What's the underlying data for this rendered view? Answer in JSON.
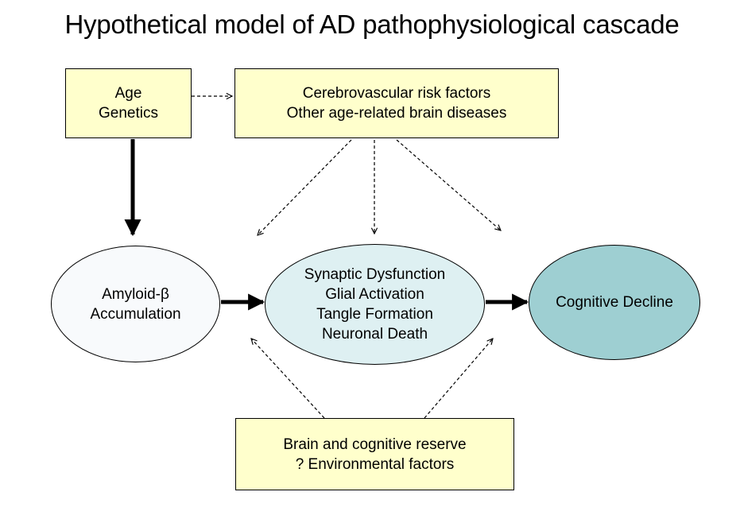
{
  "title": "Hypothetical model of AD pathophysiological cascade",
  "colors": {
    "box_fill": "#ffffcc",
    "amyloid_fill": "#f8fafc",
    "synaptic_fill": "#def0f2",
    "cognitive_fill": "#9ecfd2",
    "line": "#000000"
  },
  "nodes": {
    "age_genetics": {
      "lines": [
        "Age",
        "Genetics"
      ],
      "shape": "box"
    },
    "cerebrovascular": {
      "lines": [
        "Cerebrovascular risk factors",
        "Other age-related brain diseases"
      ],
      "shape": "box"
    },
    "amyloid": {
      "lines": [
        "Amyloid-β",
        "Accumulation"
      ],
      "shape": "ellipse"
    },
    "synaptic": {
      "lines": [
        "Synaptic Dysfunction",
        "Glial Activation",
        "Tangle Formation",
        "Neuronal Death"
      ],
      "shape": "ellipse"
    },
    "cognitive": {
      "lines": [
        "Cognitive Decline"
      ],
      "shape": "ellipse"
    },
    "reserve": {
      "lines": [
        "Brain and cognitive reserve",
        "? Environmental factors"
      ],
      "shape": "box"
    }
  },
  "edges": [
    {
      "from": "age_genetics",
      "to": "cerebrovascular",
      "style": "dashed"
    },
    {
      "from": "age_genetics",
      "to": "amyloid",
      "style": "bold"
    },
    {
      "from": "amyloid",
      "to": "synaptic",
      "style": "bold"
    },
    {
      "from": "synaptic",
      "to": "cognitive",
      "style": "bold"
    },
    {
      "from": "cerebrovascular",
      "to": "amyloid-synaptic gap",
      "style": "dashed"
    },
    {
      "from": "cerebrovascular",
      "to": "synaptic",
      "style": "dashed"
    },
    {
      "from": "cerebrovascular",
      "to": "synaptic-cognitive gap",
      "style": "dashed"
    },
    {
      "from": "reserve",
      "to": "amyloid-synaptic gap",
      "style": "dashed"
    },
    {
      "from": "reserve",
      "to": "synaptic-cognitive gap",
      "style": "dashed"
    }
  ]
}
